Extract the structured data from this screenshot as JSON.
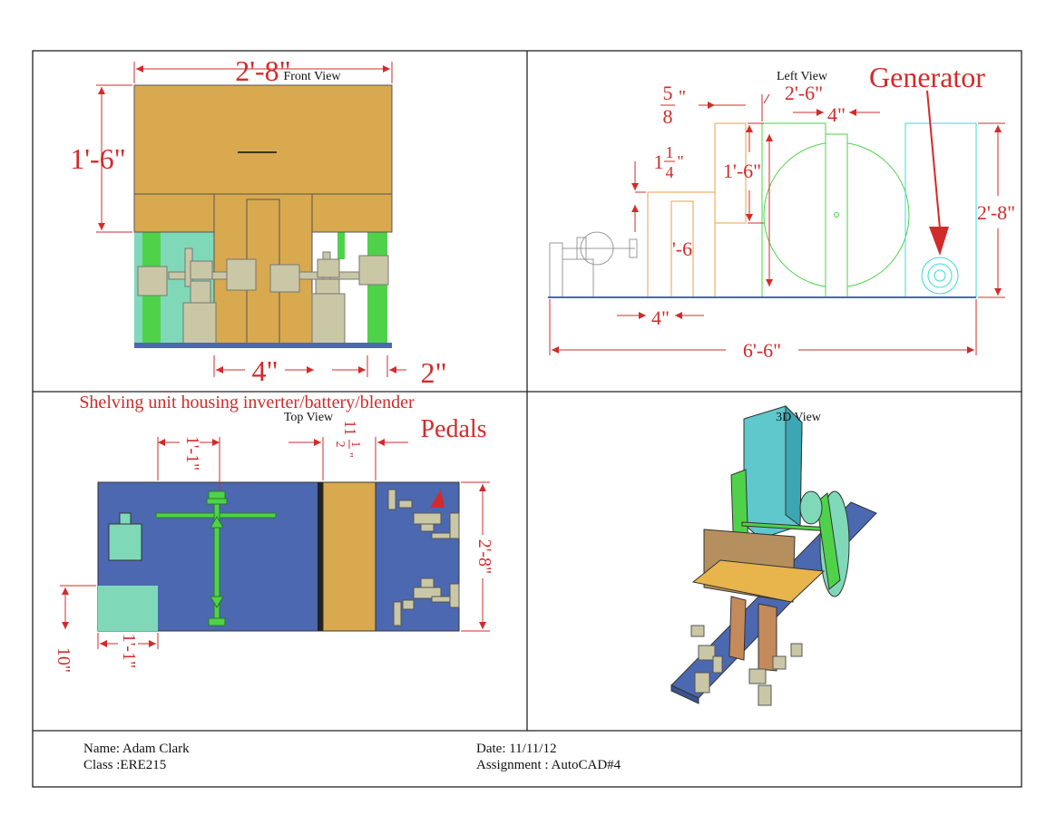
{
  "views": {
    "front": "Front View",
    "left": "Left View",
    "top": "Top View",
    "iso": "3D View"
  },
  "annotations": {
    "generator": "Generator",
    "shelving": "Shelving unit housing inverter/battery/blender",
    "pedals": "Pedals"
  },
  "dimensions": {
    "front_width": "2'-8\"",
    "front_height": "1'-6\"",
    "front_bottom_a": "4\"",
    "front_bottom_b": "2\"",
    "left_frac_top_num": "5",
    "left_frac_top_unit": "\"",
    "left_frac_top_den": "8",
    "left_seat_h_whole": "1",
    "left_seat_h_num": "1",
    "left_seat_h_unit": "\"",
    "left_seat_h_den": "4",
    "left_back_h": "1'-6\"",
    "left_wheel": "2'-6\"",
    "left_gen_w": "4\"",
    "left_gen_h": "2'-8\"",
    "left_inner": "'-6",
    "left_bottom_4": "4\"",
    "left_total": "6'-6\"",
    "top_a": "1'-1\"",
    "top_b_whole": "11",
    "top_b_num": "1",
    "top_b_unit": "\"",
    "top_b_den": "2",
    "top_depth": "2'-8\"",
    "top_10": "10\"",
    "top_11": "1'-1\""
  },
  "titleblock": {
    "name": "Name: Adam Clark",
    "class": "Class :ERE215",
    "date": "Date: 11/11/12",
    "assignment": "Assignment : AutoCAD#4"
  },
  "colors": {
    "dimension": "#d22b2b",
    "wood": "#d9a94f",
    "base": "#4b68b0",
    "green": "#4fd24a",
    "teal": "#7fd9b8",
    "grey": "#c9c7a6",
    "orange_line": "#e8a24a",
    "cyan_line": "#38d8e0"
  }
}
